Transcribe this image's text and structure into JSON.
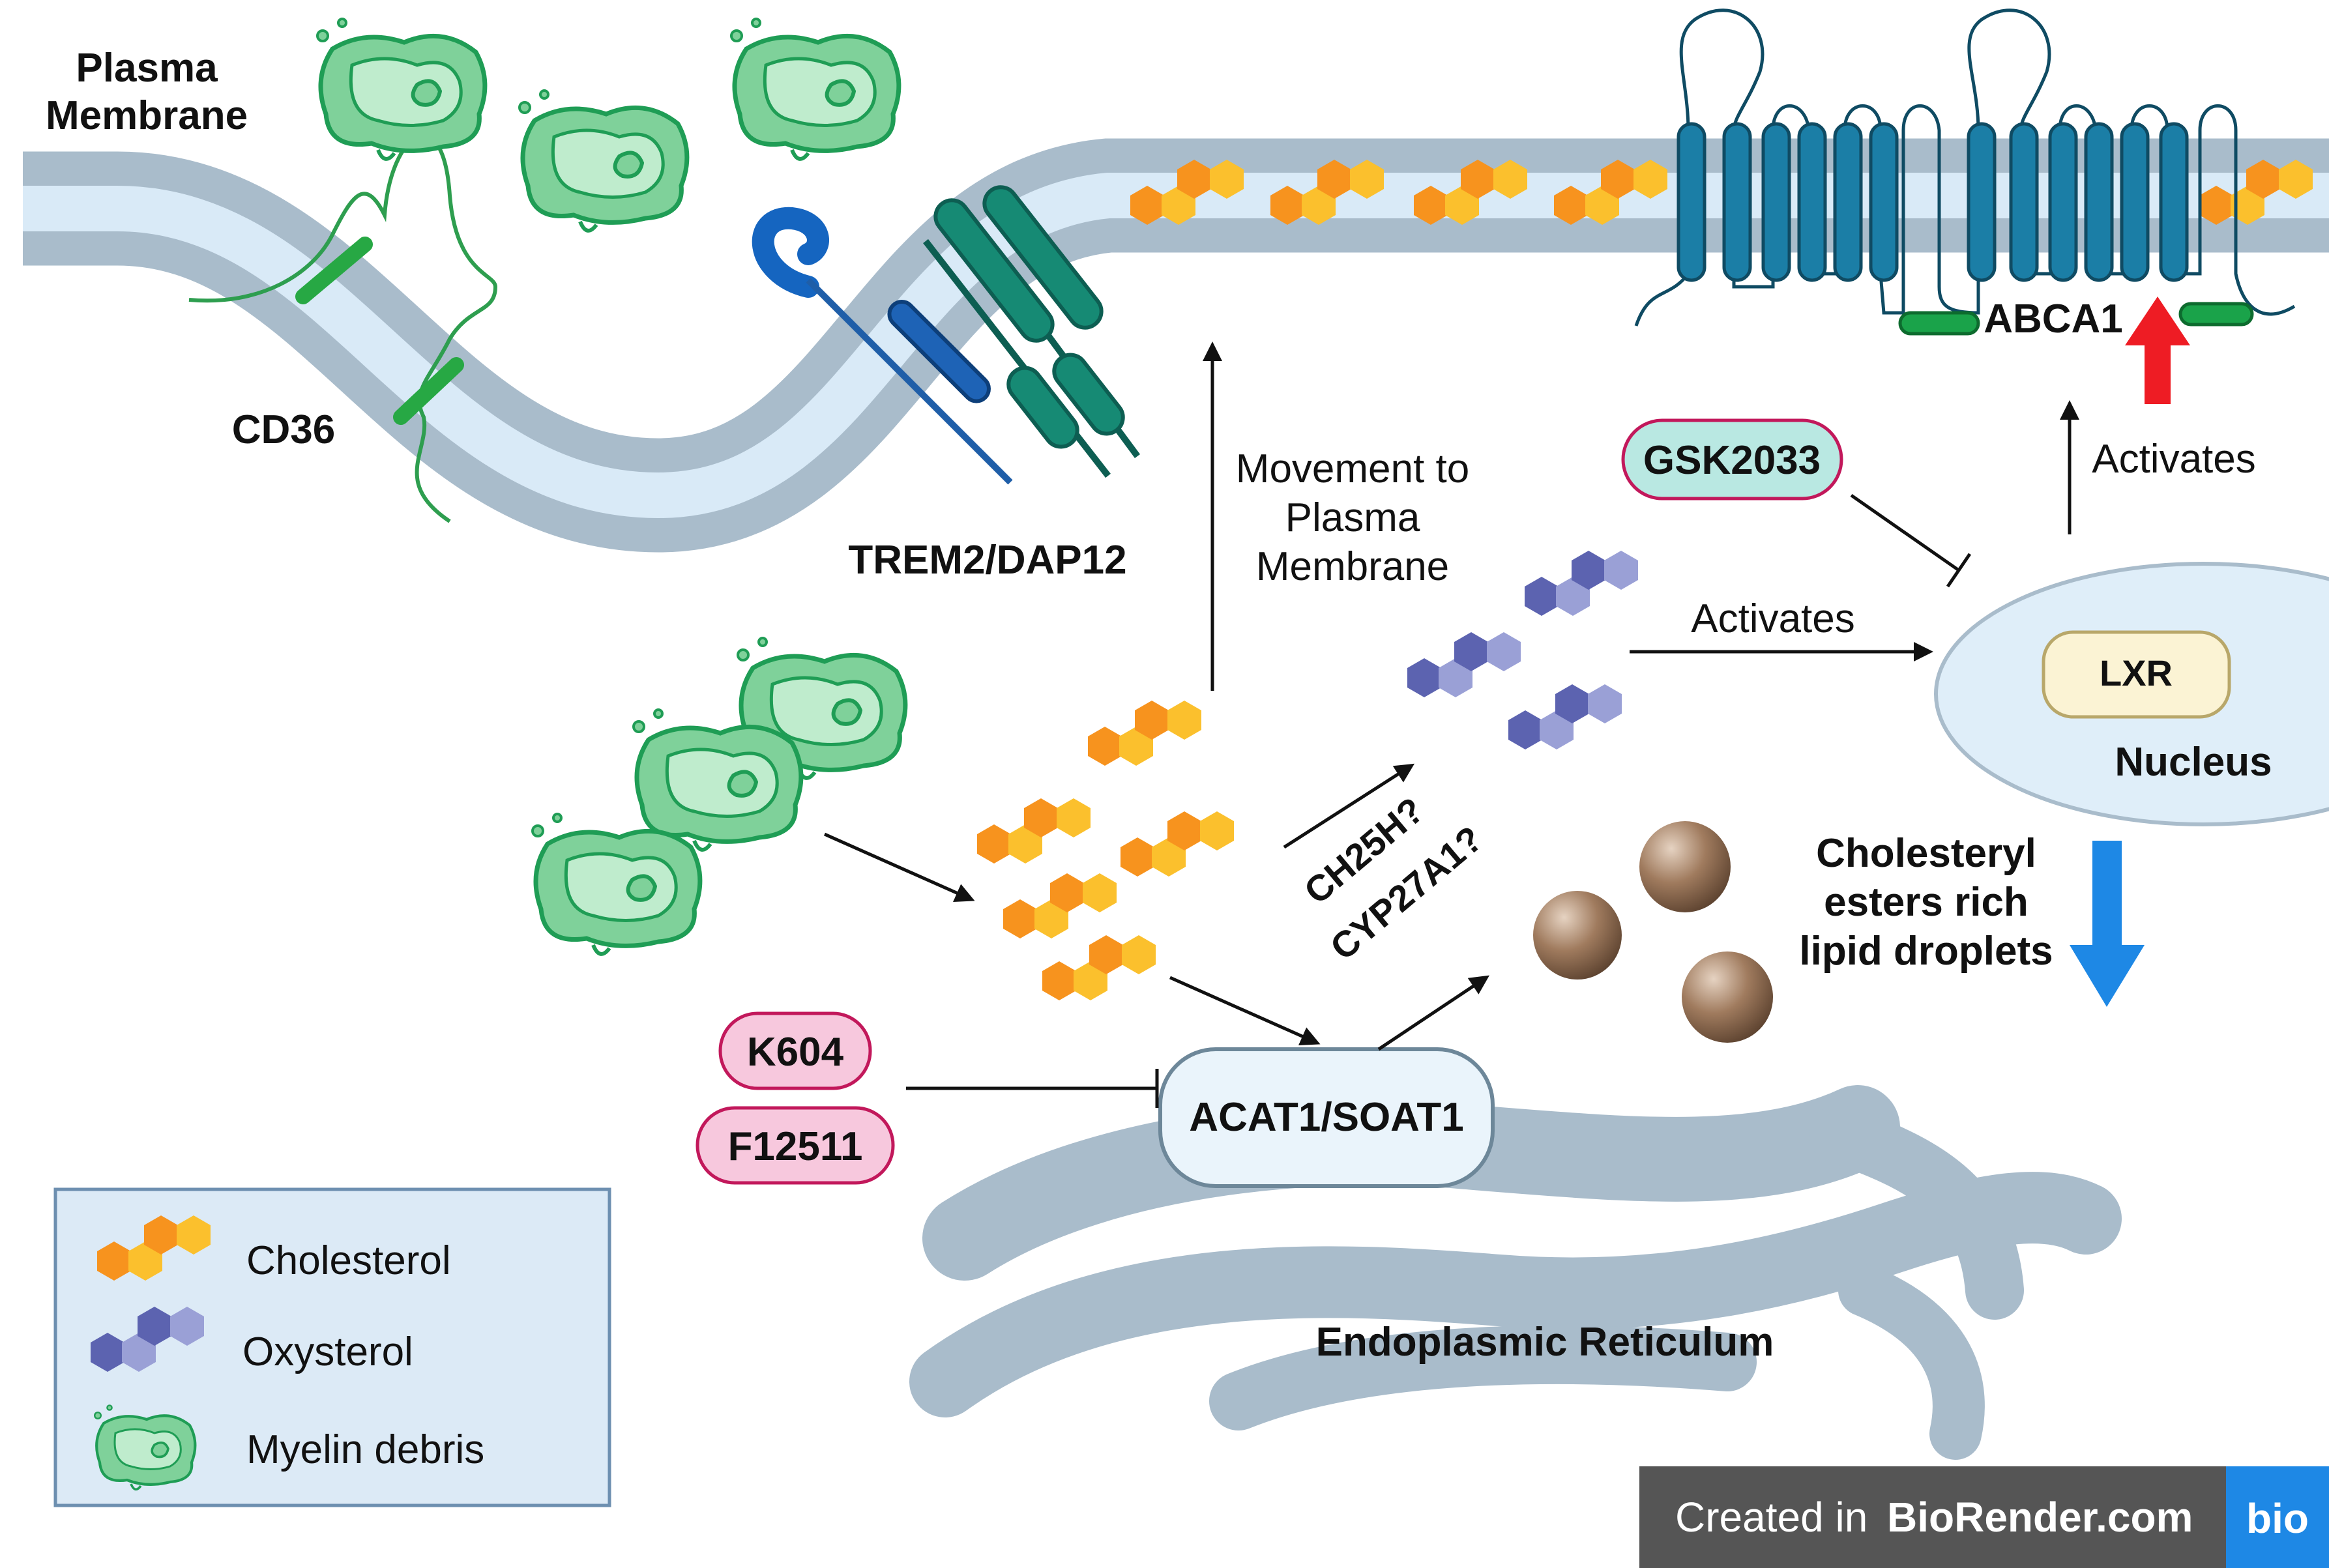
{
  "labels": {
    "plasma_membrane_line1": "Plasma",
    "plasma_membrane_line2": "Membrane",
    "cd36": "CD36",
    "trem2": "TREM2/DAP12",
    "abca1": "ABCA1",
    "movement_line1": "Movement to",
    "movement_line2": "Plasma",
    "movement_line3": "Membrane",
    "activates_lxr": "Activates",
    "activates_abca1": "Activates",
    "lxr": "LXR",
    "nucleus": "Nucleus",
    "gsk2033": "GSK2033",
    "ch25h": "CH25H?",
    "cyp27a1": "CYP27A1?",
    "ce_line1": "Cholesteryl",
    "ce_line2": "esters rich",
    "ce_line3": "lipid droplets",
    "k604": "K604",
    "f12511": "F12511",
    "acat1": "ACAT1/SOAT1",
    "er": "Endoplasmic Reticulum"
  },
  "legend": {
    "cholesterol": "Cholesterol",
    "oxysterol": "Oxysterol",
    "myelin": "Myelin debris"
  },
  "footer": {
    "created_in": "Created in ",
    "brand": "BioRender.com",
    "logo": "bio"
  },
  "colors": {
    "membrane_outer": "#a9bccb",
    "membrane_inner": "#d9eaf7",
    "cholesterol_orange": "#f7931e",
    "cholesterol_yellow": "#fbc02d",
    "oxysterol_dark": "#5c63b0",
    "oxysterol_light": "#9aa0d6",
    "myelin_green": "#7fd19a",
    "abca1_blue": "#1b7ea6",
    "inhibitor_pink": "#f7c8dd",
    "gsk_teal": "#b9e8e2",
    "lxr_cream": "#fbf3d4",
    "up_arrow_red": "#ee1c24",
    "down_arrow_blue": "#1e88e5",
    "droplet_brown": "#a07b5e"
  }
}
